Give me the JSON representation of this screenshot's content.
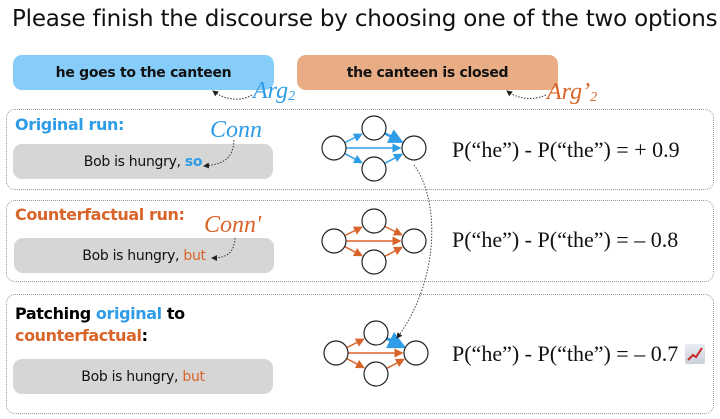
{
  "title": "Please finish the discourse by choosing one of the two options:",
  "options": {
    "a": {
      "text": "he goes to the canteen",
      "label_base": "Arg",
      "label_sub": "2",
      "color": "#86cdfa",
      "label_color": "#2f9ce8"
    },
    "b": {
      "text": "the canteen is closed",
      "label_base": "Arg’",
      "label_sub": "2",
      "color": "#e8ad84",
      "label_color": "#d9642a"
    }
  },
  "runs": [
    {
      "title": "Original run:",
      "input_prefix": "Bob is hungry, ",
      "connective": "so",
      "conn_label": "Conn",
      "formula": "P(“he”) - P(“the”) = + 0.9",
      "edge_color": "#2f9ce8",
      "score": 0.9
    },
    {
      "title": "Counterfactual run:",
      "input_prefix": "Bob is hungry, ",
      "connective": "but",
      "conn_label": "Conn'",
      "formula": "P(“he”) - P(“the”) = – 0.8",
      "edge_color": "#d9642a",
      "score": -0.8
    },
    {
      "title_parts": [
        "Patching ",
        "original",
        " to",
        "counterfactual",
        ":"
      ],
      "input_prefix": "Bob is hungry, ",
      "connective": "but",
      "formula": "P(“he”) - P(“the”) = – 0.7",
      "edge_color": "#d9642a",
      "patched_edge_color": "#2f9ce8",
      "score": -0.7,
      "trend_icon": "chart-increasing-icon"
    }
  ],
  "colors": {
    "blue": "#2f9ce8",
    "orange": "#d9642a",
    "input_bg": "#d6d6d6"
  }
}
